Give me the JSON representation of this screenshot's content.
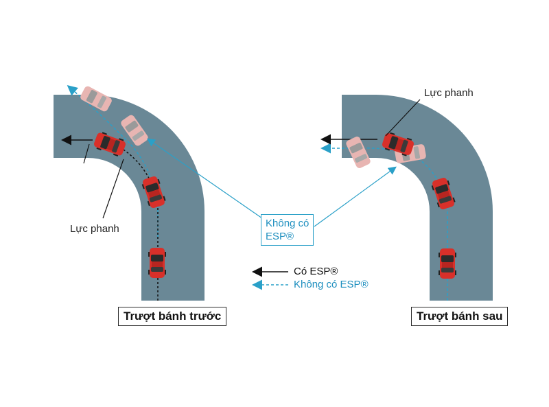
{
  "left_panel": {
    "title": "Trượt bánh trước",
    "brake_label": "Lực phanh"
  },
  "right_panel": {
    "title": "Trượt bánh sau",
    "brake_label": "Lực phanh"
  },
  "callout": {
    "line1": "Không có",
    "line2": "ESP®"
  },
  "legend": {
    "with_esp": "Có ESP®",
    "without_esp": "Không có ESP®"
  },
  "colors": {
    "road": "#6a8896",
    "car": "#d8302a",
    "solid_arrow": "#111111",
    "dashed_arrow": "#2aa0c8"
  }
}
